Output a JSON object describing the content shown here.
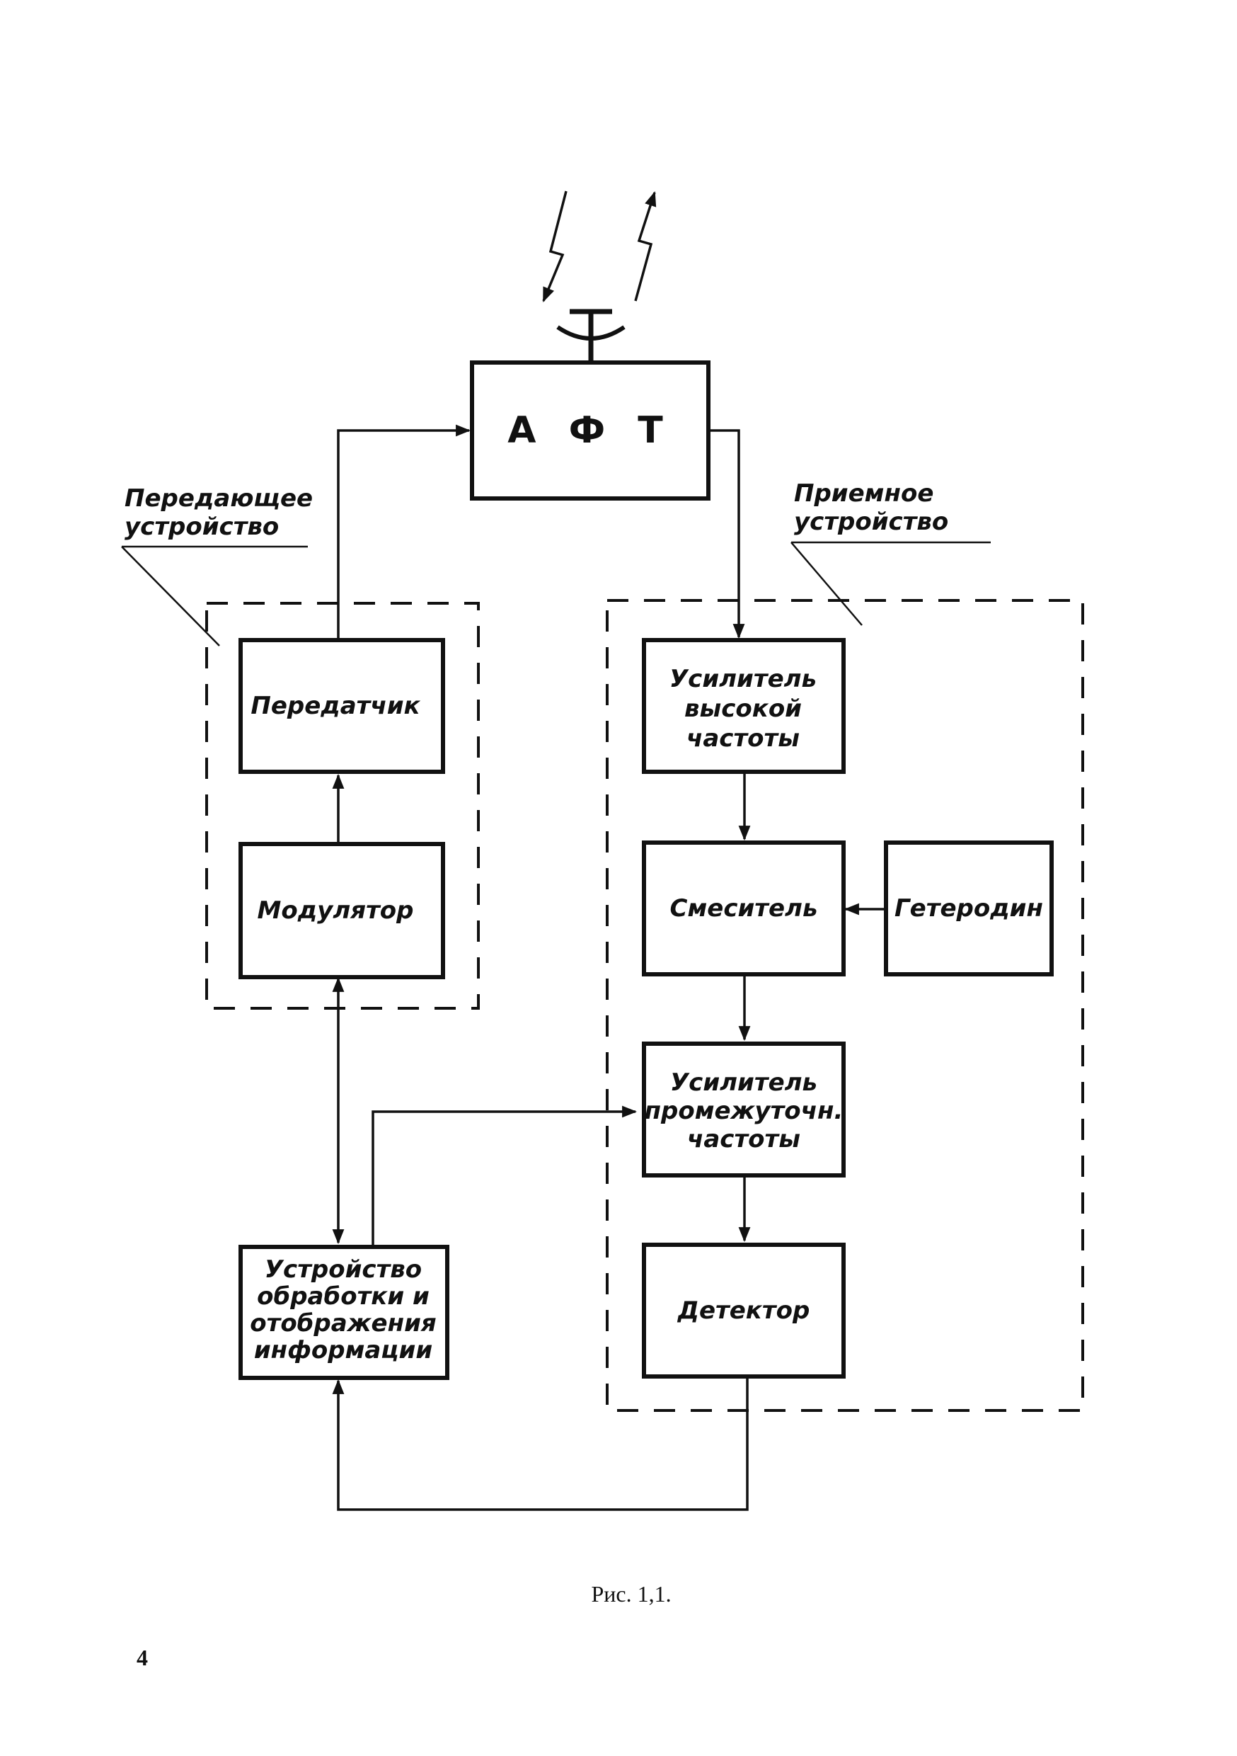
{
  "diagram": {
    "blocks": {
      "aft": "А Ф Т",
      "transmitter": "Передатчик",
      "modulator": "Модулятор",
      "processing": [
        "Устройство",
        "обработки и",
        "отображения",
        "информации"
      ],
      "rf_amplifier": [
        "Усилитель",
        "высокой",
        "частоты"
      ],
      "mixer": "Смеситель",
      "heterodyne": "Гетеродин",
      "if_amplifier": [
        "Усилитель",
        "промежуточн.",
        "частоты"
      ],
      "detector": "Детектор"
    },
    "groups": {
      "transmitting_device": [
        "Передающее",
        "устройство"
      ],
      "receiving_device": [
        "Приемное",
        "устройство"
      ]
    },
    "icons": [
      "antenna-icon",
      "incoming-signal-icon",
      "outgoing-signal-icon"
    ]
  },
  "caption": "Рис. 1,1.",
  "page_number": "4"
}
